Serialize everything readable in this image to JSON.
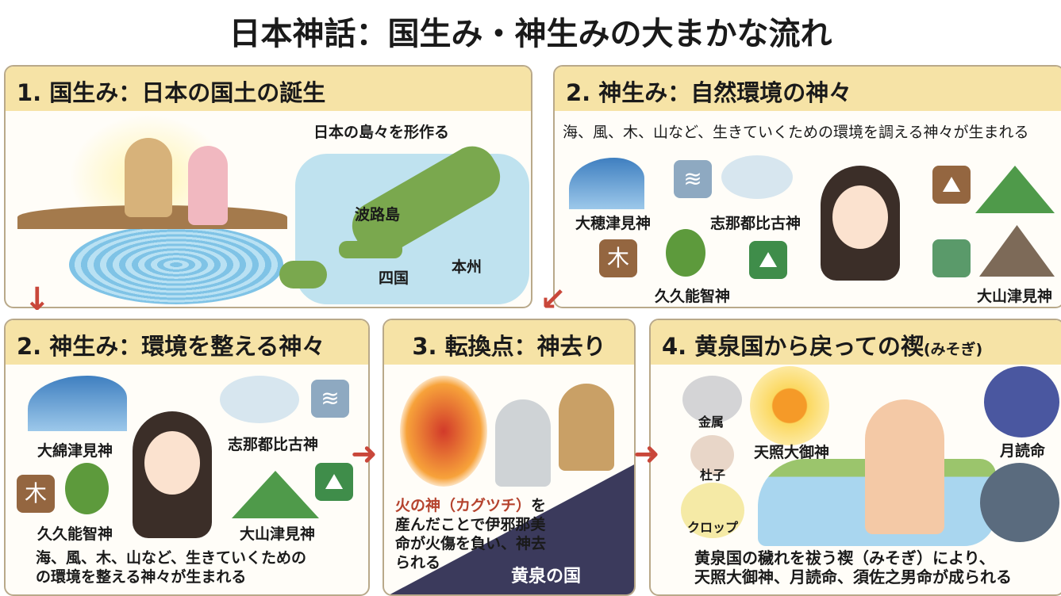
{
  "title": "日本神話：国生み・神生みの大まかな流れ",
  "panel1": {
    "header": "1. 国生み：日本の国土の誕生",
    "caption": "日本の島々を形作る",
    "labels": [
      "波路島",
      "四国",
      "本州"
    ]
  },
  "panel2top": {
    "header": "2. 神生み：自然環境の神々",
    "caption": "海、風、木、山など、生きていくための環境を調える神々が生まれる",
    "labels": [
      "大穂津見神",
      "志那都比古神",
      "久久能智神",
      "大山津見神"
    ],
    "icon_tree": "木"
  },
  "panel2": {
    "header": "2. 神生み：環境を整える神々",
    "labels": [
      "大綿津見神",
      "志那都比古神",
      "久久能智神",
      "大山津見神"
    ],
    "icon_tree": "木",
    "caption1": "海、風、木、山など、生きていくための",
    "caption2": "の環境を整える神々が生まれる"
  },
  "panel3": {
    "header": "3. 転換点：神去り",
    "fire_god": "火の神（カグツチ）",
    "text_a": "を",
    "text_b": "産んだことで伊邪那美",
    "text_c": "命が火傷を負い、神去",
    "text_d": "られる",
    "underworld": "黄泉の国"
  },
  "panel4": {
    "header": "4. 黄泉国から戻っての禊",
    "header_small": "(みそぎ)",
    "cycle": [
      "金属",
      "杜子",
      "クロップ"
    ],
    "sun": "天照大御神",
    "moon": "月読命",
    "caption1": "黄泉国の穢れを祓う禊（みそぎ）により、",
    "caption2": "天照大御神、月読命、須佐之男命が成られる"
  },
  "colors": {
    "header_bg": "#f6e3a6",
    "border": "#b9a98a",
    "arrow": "#c9473a",
    "fire_text": "#b5432e",
    "underworld": "#3b3a5c"
  }
}
